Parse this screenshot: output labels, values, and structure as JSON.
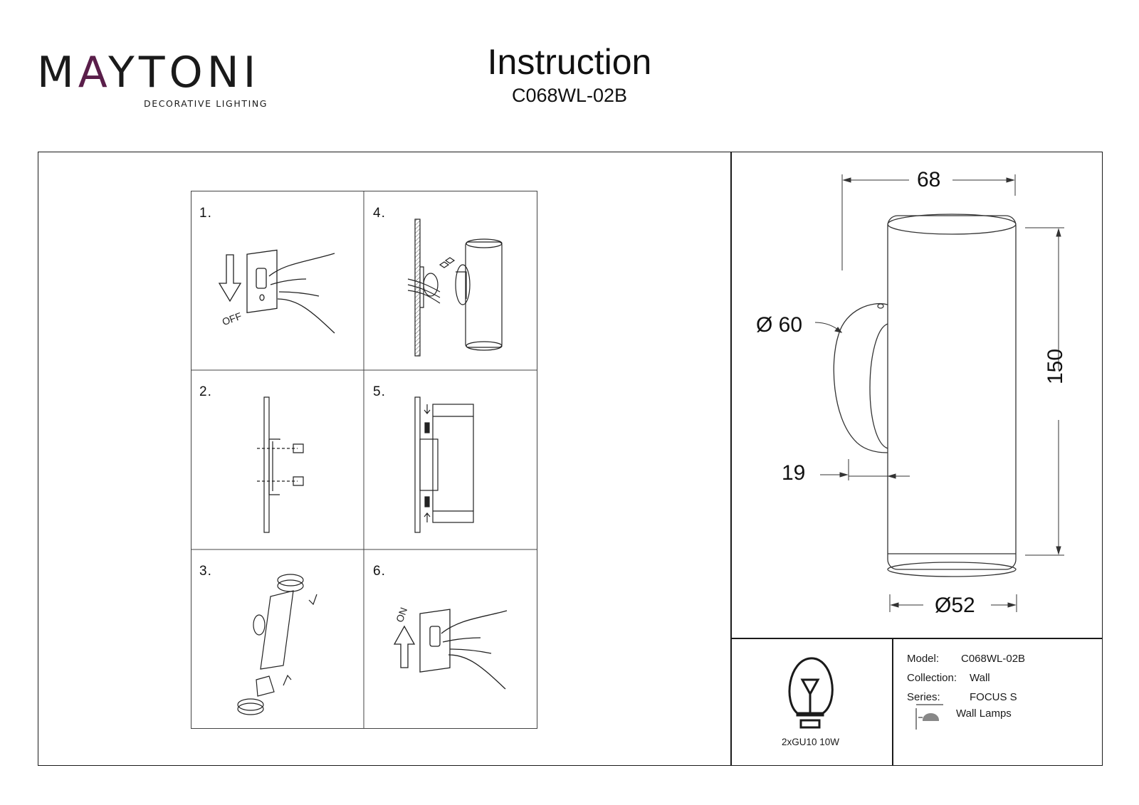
{
  "brand": {
    "name": "MAYTONI",
    "tagline": "DECORATIVE LIGHTING",
    "accent_color": "#5a1e4a"
  },
  "header": {
    "title": "Instruction",
    "model_code": "C068WL-02B"
  },
  "steps": [
    {
      "number": "1.",
      "off_label": "OFF",
      "icon": "switch-off-hand-icon"
    },
    {
      "number": "2.",
      "icon": "wall-bracket-screws-icon"
    },
    {
      "number": "3.",
      "icon": "bulb-insertion-icon"
    },
    {
      "number": "4.",
      "icon": "wire-connection-icon"
    },
    {
      "number": "5.",
      "icon": "lamp-mounting-icon"
    },
    {
      "number": "6.",
      "on_label": "ON",
      "icon": "switch-on-hand-icon"
    }
  ],
  "dimensions": {
    "width": "68",
    "height": "150",
    "base_diameter": "Ø 60",
    "depth": "19",
    "tube_diameter": "Ø52"
  },
  "bulb": {
    "icon": "light-bulb-icon",
    "spec": "2xGU10 10W"
  },
  "info": {
    "model_label": "Model:",
    "model_value": "C068WL-02B",
    "collection_label": "Collection:",
    "collection_value": "Wall",
    "series_label": "Series:",
    "series_value": "FOCUS S",
    "type_icon": "wall-lamp-icon",
    "type_value": "Wall Lamps"
  }
}
